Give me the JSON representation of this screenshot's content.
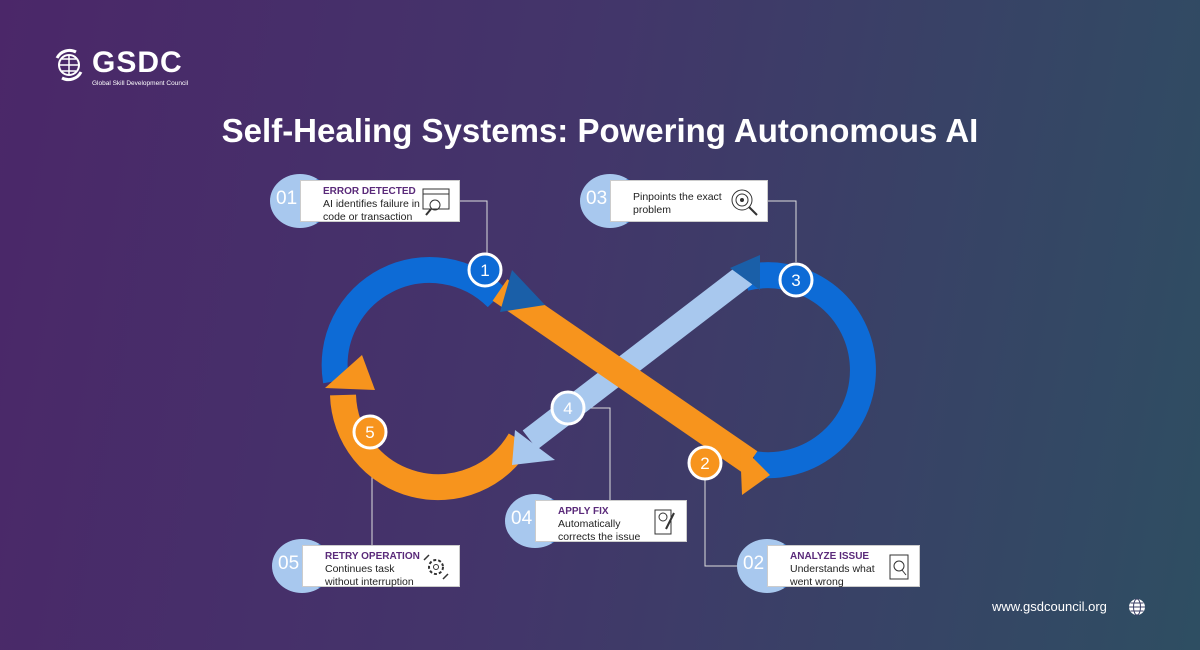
{
  "logo": {
    "name": "GSDC",
    "tagline": "Global Skill Development Council"
  },
  "title": "Self-Healing Systems: Powering Autonomous AI",
  "steps": [
    {
      "num": "01",
      "marker": "1",
      "heading": "ERROR DETECTED",
      "text": "AI identifies failure in code or transaction",
      "icon": "browser-magnifier-icon"
    },
    {
      "num": "02",
      "marker": "2",
      "heading": "ANALYZE ISSUE",
      "text": "Understands what went wrong",
      "icon": "report-search-icon"
    },
    {
      "num": "03",
      "marker": "3",
      "heading": "",
      "text": "Pinpoints the exact problem",
      "icon": "target-search-icon"
    },
    {
      "num": "04",
      "marker": "4",
      "heading": "APPLY FIX",
      "text": "Automatically corrects the issue",
      "icon": "document-pen-icon"
    },
    {
      "num": "05",
      "marker": "5",
      "heading": "RETRY OPERATION",
      "text": "Continues task without interruption",
      "icon": "gears-cycle-icon"
    }
  ],
  "footer": {
    "url": "www.gsdcouncil.org"
  },
  "colors": {
    "blue": "#0d6bd6",
    "orange": "#f7941d",
    "light_blue": "#a8c8ee"
  }
}
